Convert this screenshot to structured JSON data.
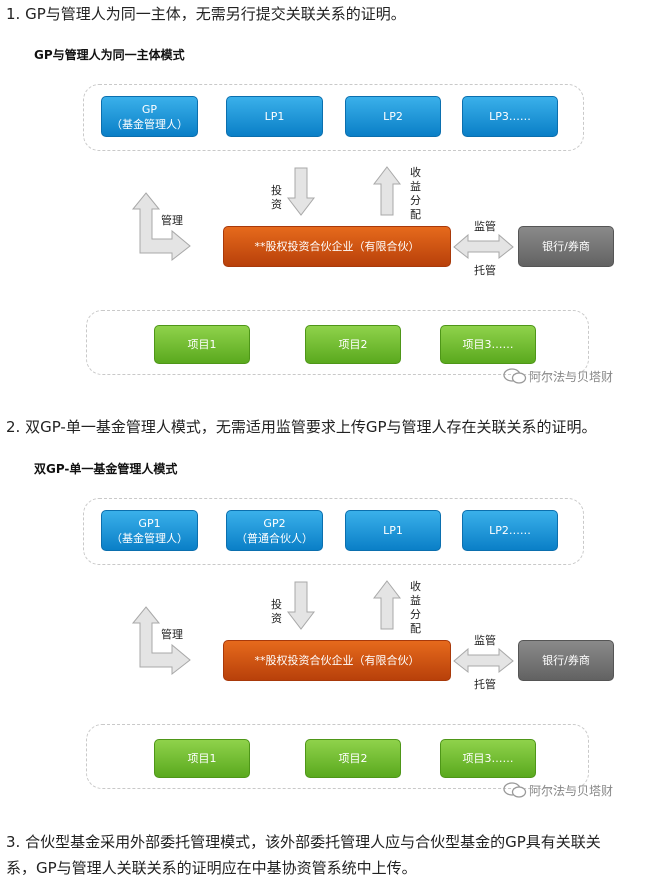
{
  "items": {
    "p1": "1. GP与管理人为同一主体，无需另行提交关联关系的证明。",
    "p2": "2. 双GP-单一基金管理人模式，无需适用监管要求上传GP与管理人存在关联关系的证明。",
    "p3_line1": "3. 合伙型基金采用外部委托管理模式，该外部委托管理人应与合伙型基金的GP具有关联关",
    "p3_line2": "系，GP与管理人关联关系的证明应在中基协资管系统中上传。"
  },
  "diagram1": {
    "title": "GP与管理人为同一主体模式",
    "top_boxes": [
      "GP\n（基金管理人）",
      "LP1",
      "LP2",
      "LP3……"
    ],
    "center": "**股权投资合伙企业（有限合伙）",
    "right": "银行/券商",
    "invest": "投资",
    "distribute": "收益分配",
    "manage": "管理",
    "supervise": "监管",
    "custody": "托管",
    "projects": [
      "项目1",
      "项目2",
      "项目3……"
    ],
    "watermark": "阿尔法与贝塔财"
  },
  "diagram2": {
    "title": "双GP-单一基金管理人模式",
    "top_boxes": [
      "GP1\n（基金管理人）",
      "GP2\n（普通合伙人）",
      "LP1",
      "LP2……"
    ],
    "center": "**股权投资合伙企业（有限合伙）",
    "right": "银行/券商",
    "invest": "投资",
    "distribute": "收益分配",
    "manage": "管理",
    "supervise": "监管",
    "custody": "托管",
    "projects": [
      "项目1",
      "项目2",
      "项目3……"
    ],
    "watermark": "阿尔法与贝塔财"
  },
  "colors": {
    "blue": "#1a8fd6",
    "green": "#6fbd2e",
    "orange": "#cc5412",
    "gray": "#707070",
    "arrow_fill": "#e4e4e4",
    "arrow_stroke": "#a8a8a8"
  }
}
